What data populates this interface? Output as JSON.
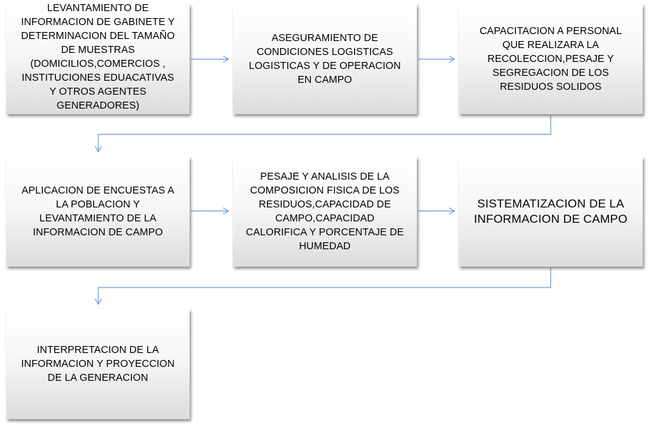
{
  "flowchart": {
    "steps": [
      {
        "id": "step-1",
        "text": "LEVANTAMIENTO DE\nINFORMACION DE GABINETE Y\nDETERMINACION DEL TAMAÑO\nDE MUESTRAS\n(DOMICILIOS,COMERCIOS ,\nINSTITUCIONES EDUACATIVAS\nY OTROS AGENTES\nGENERADORES)"
      },
      {
        "id": "step-2",
        "text": "ASEGURAMIENTO DE\nCONDICIONES LOGISTICAS\nLOGISTICAS Y  DE OPERACION\nEN CAMPO"
      },
      {
        "id": "step-3",
        "text": "CAPACITACION A PERSONAL\nQUE REALIZARA  LA\nRECOLECCION,PESAJE Y\nSEGREGACION DE LOS\nRESIDUOS SOLIDOS"
      },
      {
        "id": "step-4",
        "text": "APLICACION DE ENCUESTAS A\nLA POBLACION  Y\nLEVANTAMIENTO DE LA\nINFORMACION DE CAMPO"
      },
      {
        "id": "step-5",
        "text": "PESAJE Y ANALISIS DE  LA\nCOMPOSICION FISICA DE LOS\nRESIDUOS,CAPACIDAD DE\nCAMPO,CAPACIDAD\nCALORIFICA  Y PORCENTAJE DE\nHUMEDAD"
      },
      {
        "id": "step-6",
        "text": "SISTEMATIZACION DE LA\nINFORMACION DE CAMPO"
      },
      {
        "id": "step-7",
        "text": "INTERPRETACION DE LA\nINFORMACION Y PROYECCION\nDE LA GENERACION"
      }
    ],
    "colors": {
      "connector": "#6f9fd4",
      "box_top": "#ffffff",
      "box_bottom": "#dcdcdc",
      "text": "#000000"
    }
  }
}
